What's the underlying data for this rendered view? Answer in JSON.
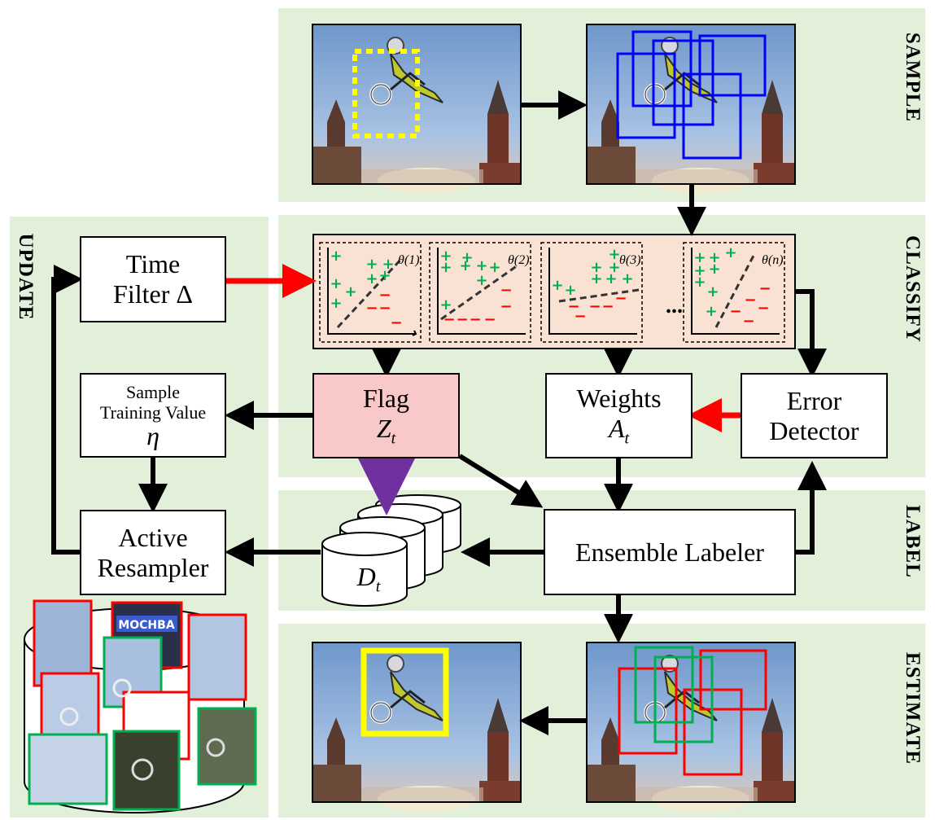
{
  "stages": {
    "sample": "SAMPLE",
    "classify": "CLASSIFY",
    "label": "LABEL",
    "estimate": "ESTIMATE",
    "update": "UPDATE"
  },
  "time_filter": {
    "line1": "Time",
    "line2": "Filter Δ"
  },
  "sample_training": {
    "line1": "Sample",
    "line2": "Training Value",
    "symbol": "η"
  },
  "active_resampler": {
    "line1": "Active",
    "line2": "Resampler"
  },
  "flag": {
    "line1": "Flag",
    "symbol": "Z",
    "sub": "t"
  },
  "weights": {
    "line1": "Weights",
    "symbol": "A",
    "sub": "t"
  },
  "error_detector": {
    "line1": "Error",
    "line2": "Detector"
  },
  "ensemble_labeler": {
    "label": "Ensemble Labeler"
  },
  "dataset": {
    "symbol": "D",
    "sub": "t"
  },
  "classifiers": {
    "theta1": "θ(1)",
    "theta2": "θ(2)",
    "theta3": "θ(3)",
    "thetan": "θ(n)",
    "ellipsis": "..."
  },
  "video_logo_text": "MOCHBA",
  "colors": {
    "panel_bg": "#e2efd9",
    "flag_bg": "#f8c9c8",
    "classifier_bg": "#f9e1d3",
    "arrow_red": "#ff0000",
    "arrow_purple": "#7030a0",
    "plus_green": "#00b050",
    "minus_red": "#ff0000",
    "box_blue": "#0000ff",
    "box_yellow": "#ffff00",
    "box_green": "#00b050",
    "box_red": "#ff0000",
    "sky": "#7aa0d0"
  }
}
